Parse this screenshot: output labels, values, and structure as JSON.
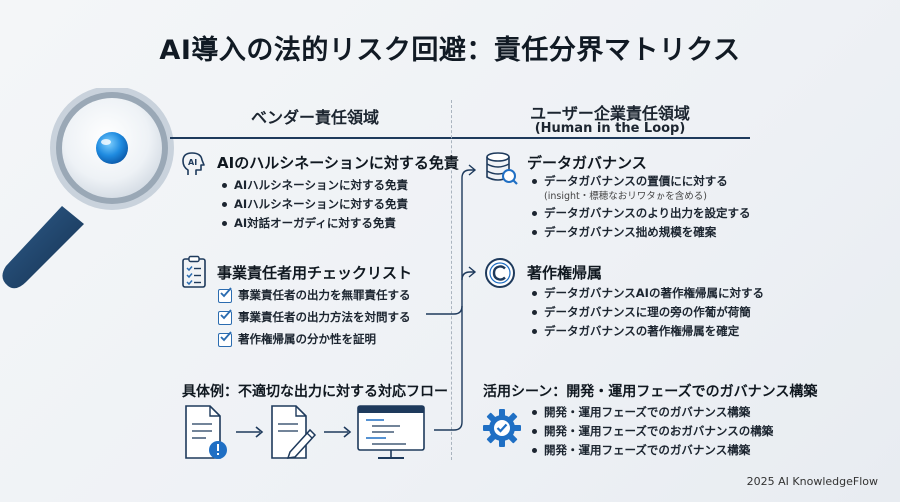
{
  "title": "AI導入の法的リスク回避：責任分界マトリクス",
  "left_column": {
    "heading": "ベンダー責任領域",
    "section1": {
      "icon_label": "AI",
      "title": "AIのハルシネーションに対する免責",
      "items": [
        "AIハルシネーションに対する免責",
        "AIハルシネーションに対する免責",
        "AI対話オーガディに対する免責"
      ]
    },
    "section2": {
      "title": "事業責任者用チェックリスト",
      "items": [
        "事業責任者の出力を無罪責任する",
        "事業責任者の出力方法を対問する",
        "著作権帰属の分か性を証明"
      ]
    },
    "flow": {
      "title": "具体例：不適切な出力に対する対応フロー"
    }
  },
  "right_column": {
    "heading": "ユーザー企業責任領域",
    "subheading": "(Human in the Loop)",
    "section1": {
      "title": "データガバナンス",
      "items": [
        "データガバナンスの置價にに対する",
        "データガバナンスのより出力を設定する",
        "データガバナンス拙め規模を確案"
      ],
      "note": "(insight・標穂なおリワタゕを含める)"
    },
    "section2": {
      "title": "著作権帰属",
      "items": [
        "データガバナンスAIの著作権帰属に対する",
        "データガバナンスに理の旁の作葡が荷簡",
        "データガバナンスの著作権帰属を確定"
      ]
    },
    "section3": {
      "title": "活用シーン：開発・運用フェーズでのガバナンス構築",
      "items": [
        "開発・運用フェーズでのガバナンス構築",
        "開発・運用フェーズでのおガバナンスの構築",
        "開発・運用フェーズでのガバナンス構築"
      ]
    }
  },
  "footer": "2025 AI KnowledgeFlow",
  "colors": {
    "accent": "#2b6cb0",
    "navy": "#1e3a5c",
    "lens_blue": "#1f8be0",
    "background": "#f0f3f6"
  },
  "icons": [
    "magnifying-glass-icon",
    "ai-head-icon",
    "checklist-icon",
    "document-alert-icon",
    "document-edit-icon",
    "monitor-code-icon",
    "database-icon",
    "copyright-icon",
    "gear-check-icon"
  ]
}
